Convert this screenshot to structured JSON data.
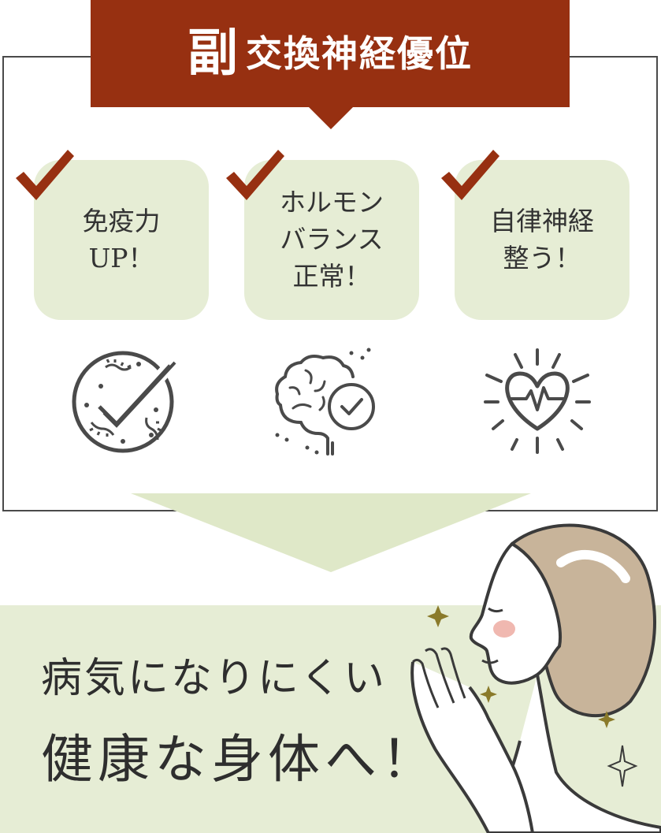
{
  "title": {
    "emphasis": "副",
    "rest": "交換神経優位"
  },
  "benefits": [
    {
      "lines": [
        "免疫力",
        "UP！"
      ],
      "icon": "immune-check-icon"
    },
    {
      "lines": [
        "ホルモン",
        "バランス",
        "正常！"
      ],
      "icon": "brain-check-icon"
    },
    {
      "lines": [
        "自律神経",
        "整う！"
      ],
      "icon": "heart-pulse-icon"
    }
  ],
  "slogan": {
    "line1": "病気になりにくい",
    "line2": "健康な身体へ！"
  },
  "colors": {
    "banner": "#973011",
    "check": "#973011",
    "pale_green": "#e6edd5",
    "arrow_green": "#dfe8c8",
    "frame": "#4a4a4a"
  }
}
